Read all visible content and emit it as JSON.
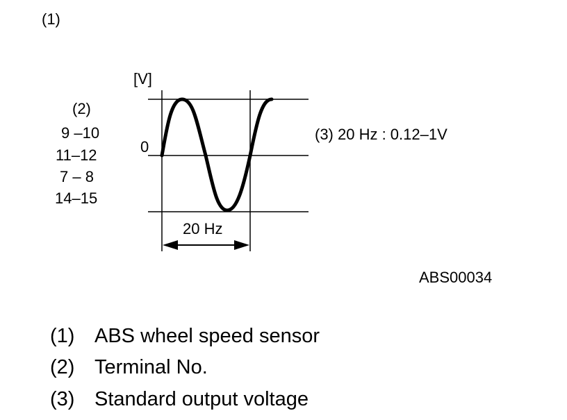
{
  "figure": {
    "marker": "(1)",
    "axis_unit": "[V]",
    "zero_label": "0",
    "terminal_heading": "(2)",
    "terminals": [
      "9 –10",
      "11–12",
      "7 – 8",
      "14–15"
    ],
    "spec_text": "(3) 20 Hz : 0.12–1V",
    "period_label": "20 Hz",
    "figure_code": "ABS00034"
  },
  "legend": [
    {
      "num": "(1)",
      "text": "ABS wheel speed sensor"
    },
    {
      "num": "(2)",
      "text": "Terminal No."
    },
    {
      "num": "(3)",
      "text": "Standard output voltage"
    }
  ]
}
